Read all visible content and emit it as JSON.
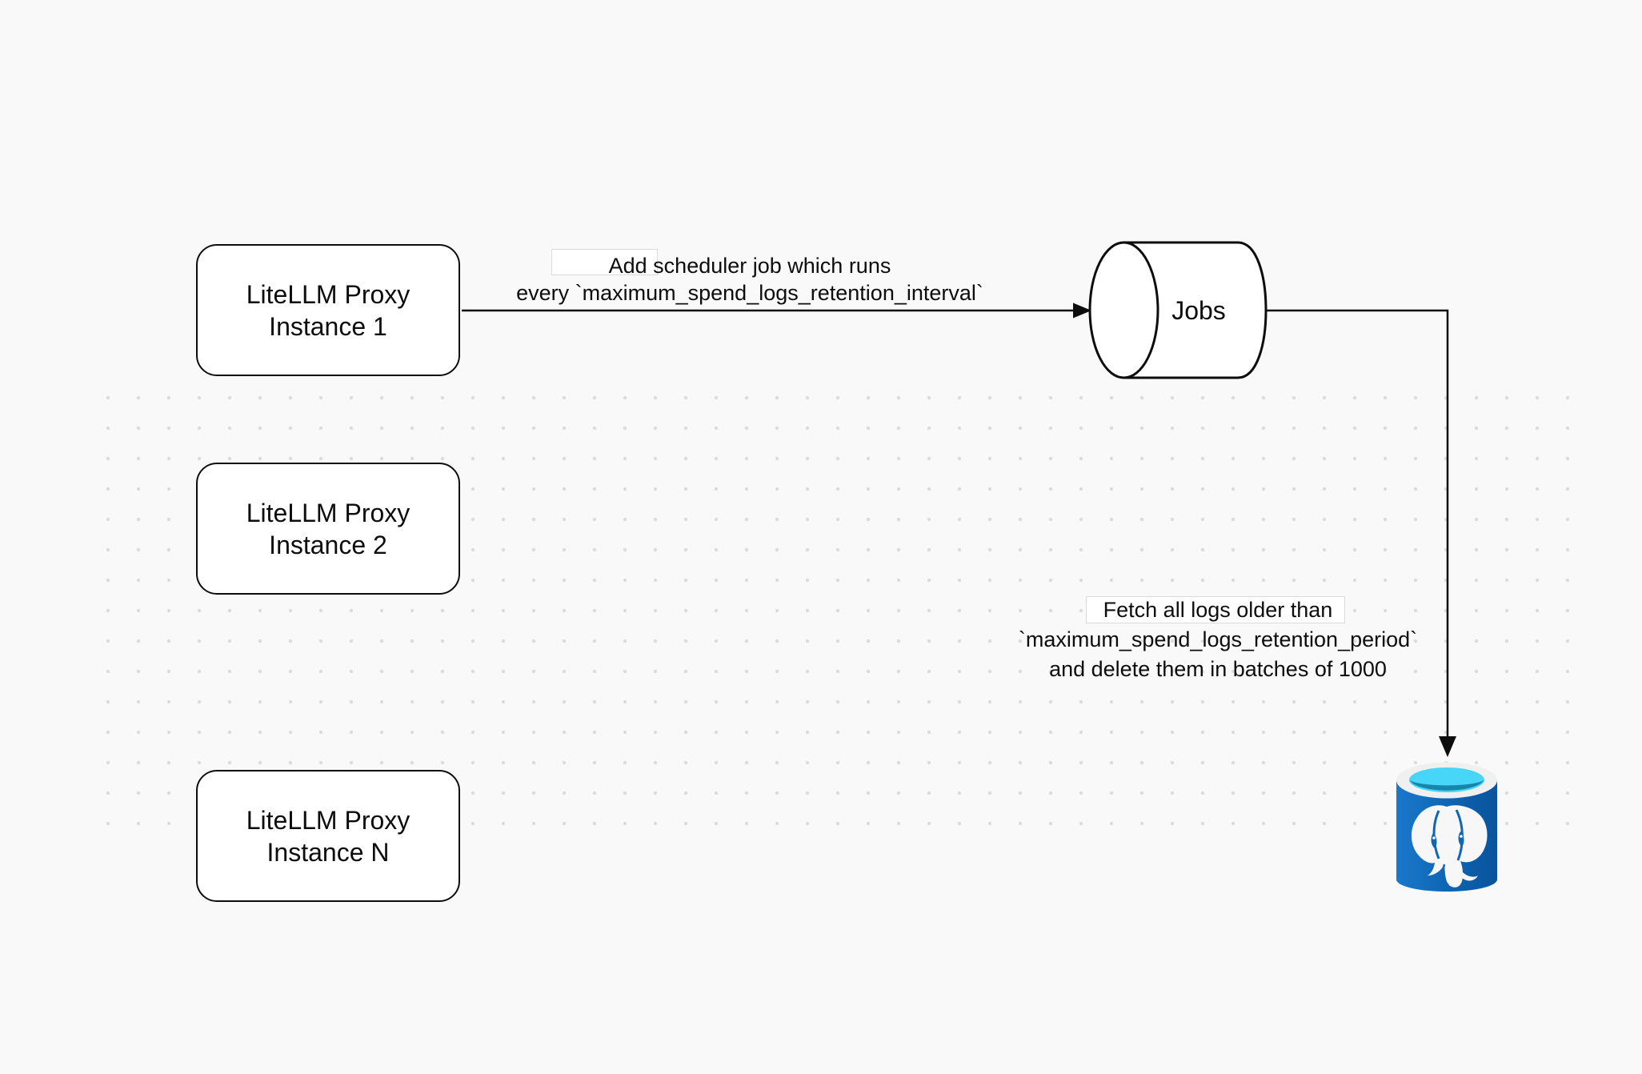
{
  "diagram": {
    "nodes": {
      "proxy1": {
        "line1": "LiteLLM Proxy",
        "line2": "Instance 1"
      },
      "proxy2": {
        "line1": "LiteLLM Proxy",
        "line2": "Instance 2"
      },
      "proxyN": {
        "line1": "LiteLLM Proxy",
        "line2": "Instance N"
      },
      "jobs": {
        "label": "Jobs"
      },
      "postgres": {
        "type": "postgresql-database"
      }
    },
    "edges": {
      "scheduler": {
        "label_line1": "Add scheduler job which runs",
        "label_line2": "every `maximum_spend_logs_retention_interval`"
      },
      "cleanup": {
        "label_line1": "Fetch all logs older than",
        "label_line2": "`maximum_spend_logs_retention_period`",
        "label_line3": "and delete them in batches of 1000"
      }
    }
  },
  "colors": {
    "background": "#f9f9f9",
    "dot_grid": "#dcdcdc",
    "stroke": "#0d0d0d",
    "shape_fill": "#ffffff",
    "postgres_blue_light": "#1a79cb",
    "postgres_blue_mid": "#0e66b4",
    "postgres_blue_dark": "#09539c",
    "postgres_rim": "#f0f0f0",
    "postgres_cyan": "#48d6f8",
    "postgres_teal": "#1786ad",
    "postgres_white": "#f7f7f7"
  }
}
